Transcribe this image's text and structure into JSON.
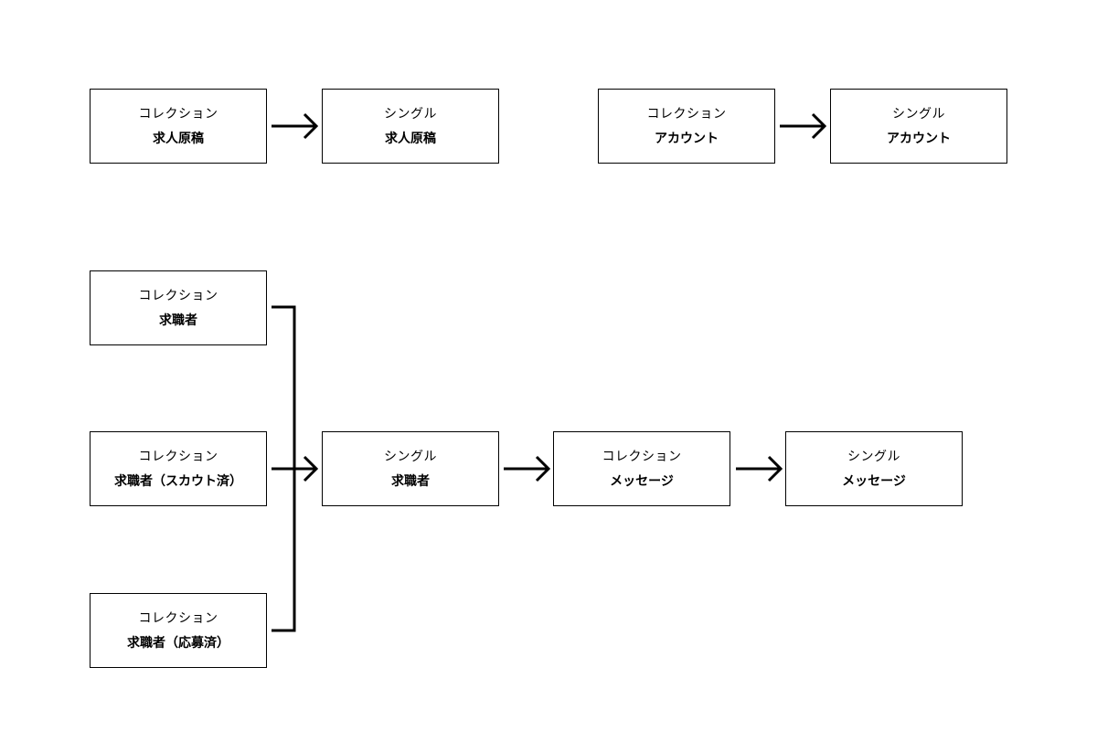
{
  "nodes": [
    {
      "id": "n1",
      "kind": "コレクション",
      "label": "求人原稿"
    },
    {
      "id": "n2",
      "kind": "シングル",
      "label": "求人原稿"
    },
    {
      "id": "n3",
      "kind": "コレクション",
      "label": "アカウント"
    },
    {
      "id": "n4",
      "kind": "シングル",
      "label": "アカウント"
    },
    {
      "id": "n5",
      "kind": "コレクション",
      "label": "求職者"
    },
    {
      "id": "n6",
      "kind": "コレクション",
      "label": "求職者（スカウト済）"
    },
    {
      "id": "n7",
      "kind": "コレクション",
      "label": "求職者（応募済）"
    },
    {
      "id": "n8",
      "kind": "シングル",
      "label": "求職者"
    },
    {
      "id": "n9",
      "kind": "コレクション",
      "label": "メッセージ"
    },
    {
      "id": "n10",
      "kind": "シングル",
      "label": "メッセージ"
    }
  ],
  "edges": [
    {
      "from": "n1",
      "to": "n2"
    },
    {
      "from": "n3",
      "to": "n4"
    },
    {
      "from": "n5",
      "to": "n8"
    },
    {
      "from": "n6",
      "to": "n8"
    },
    {
      "from": "n7",
      "to": "n8"
    },
    {
      "from": "n8",
      "to": "n9"
    },
    {
      "from": "n9",
      "to": "n10"
    }
  ],
  "colors": {
    "stroke": "#000000",
    "background": "#ffffff"
  }
}
